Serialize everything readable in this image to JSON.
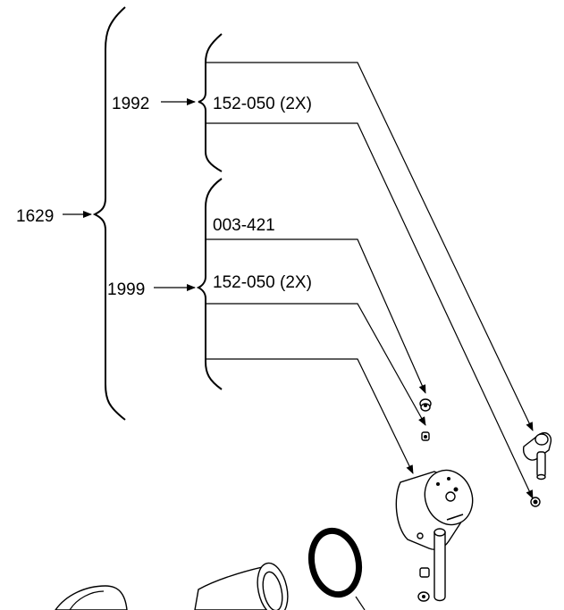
{
  "assemblies": {
    "top": {
      "number": "1629"
    },
    "sub_a": {
      "number": "1992",
      "parts": [
        {
          "part_no": "152-050 (2X)"
        }
      ]
    },
    "sub_b": {
      "number": "1999",
      "parts": [
        {
          "part_no": "003-421"
        },
        {
          "part_no": "152-050 (2X)"
        }
      ]
    }
  },
  "colors": {
    "line": "#000000",
    "background": "#ffffff"
  }
}
